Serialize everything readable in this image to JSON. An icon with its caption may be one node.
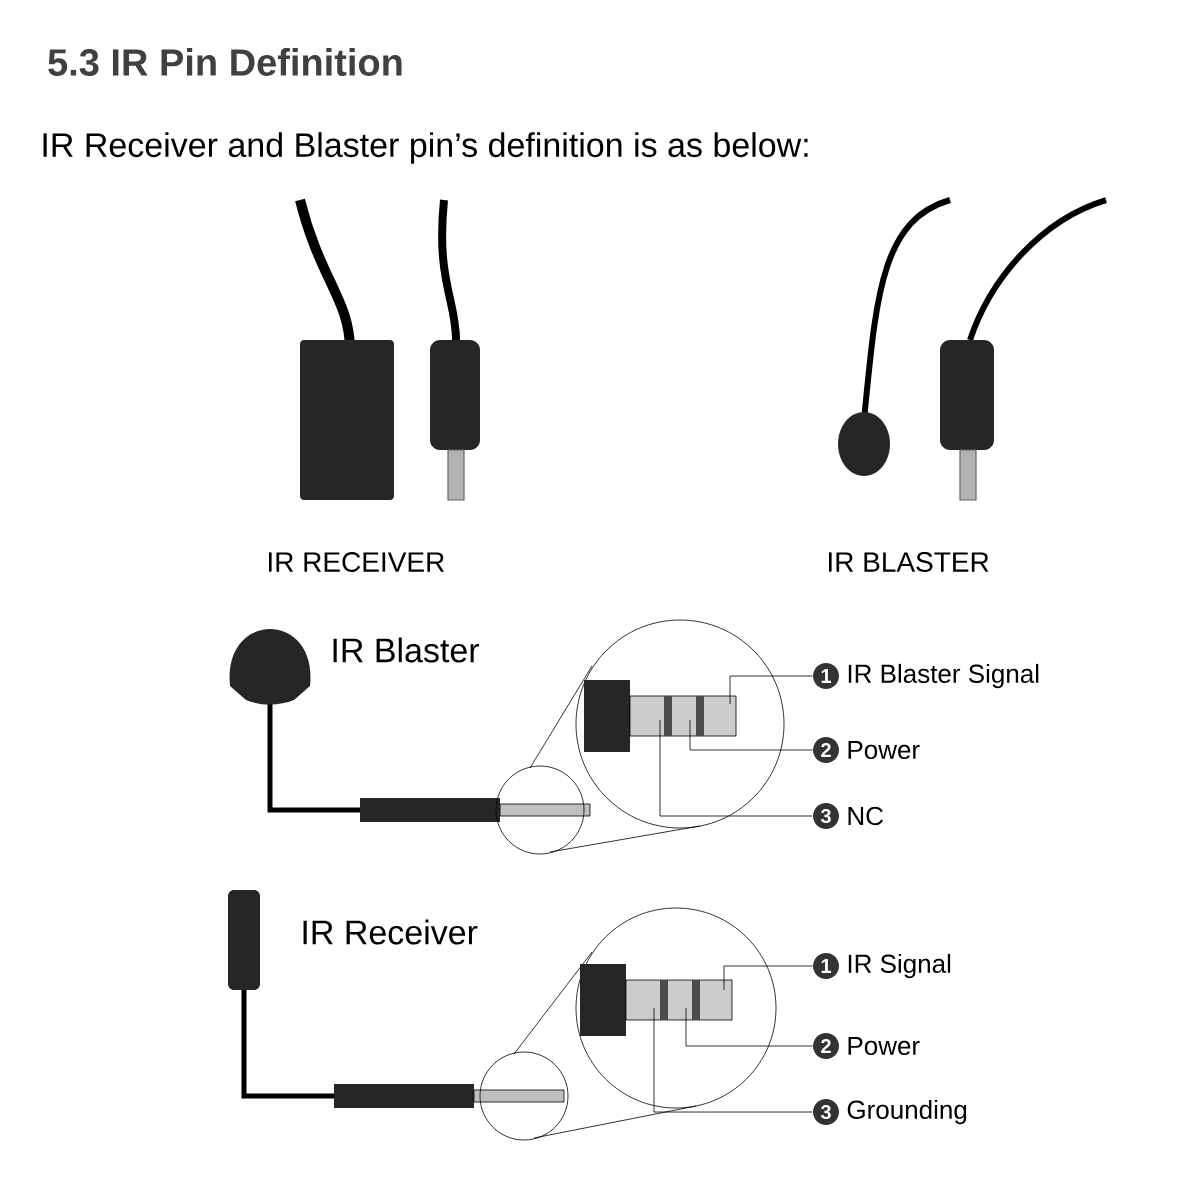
{
  "diagram": {
    "title": "5.3 IR Pin Definition",
    "nodes": [
      {
        "text": [
          "1"
        ],
        "beside": [
          "IR Blaster Signal"
        ]
      },
      {
        "text": [
          "2"
        ],
        "beside": [
          "Power"
        ]
      },
      {
        "text": [
          "3"
        ],
        "beside": [
          "NC"
        ]
      },
      {
        "text": [
          "1"
        ],
        "beside": [
          "IR Signal"
        ]
      },
      {
        "text": [
          "2"
        ],
        "beside": [
          "Power"
        ]
      },
      {
        "text": [
          "3"
        ],
        "beside": [
          "Grounding"
        ]
      }
    ],
    "edges": [
      {
        "from": 0,
        "to": null,
        "arrow": "none"
      },
      {
        "from": 1,
        "to": null,
        "arrow": "none"
      },
      {
        "from": 2,
        "to": null,
        "arrow": "none"
      },
      {
        "from": 3,
        "to": null,
        "arrow": "none"
      },
      {
        "from": 4,
        "to": null,
        "arrow": "none"
      },
      {
        "from": 5,
        "to": null,
        "arrow": "none"
      }
    ],
    "labels": [
      "IR Receiver and Blaster pin’s definition is as below:",
      "IR RECEIVER",
      "IR BLASTER",
      "IR Blaster",
      "IR Receiver"
    ]
  }
}
